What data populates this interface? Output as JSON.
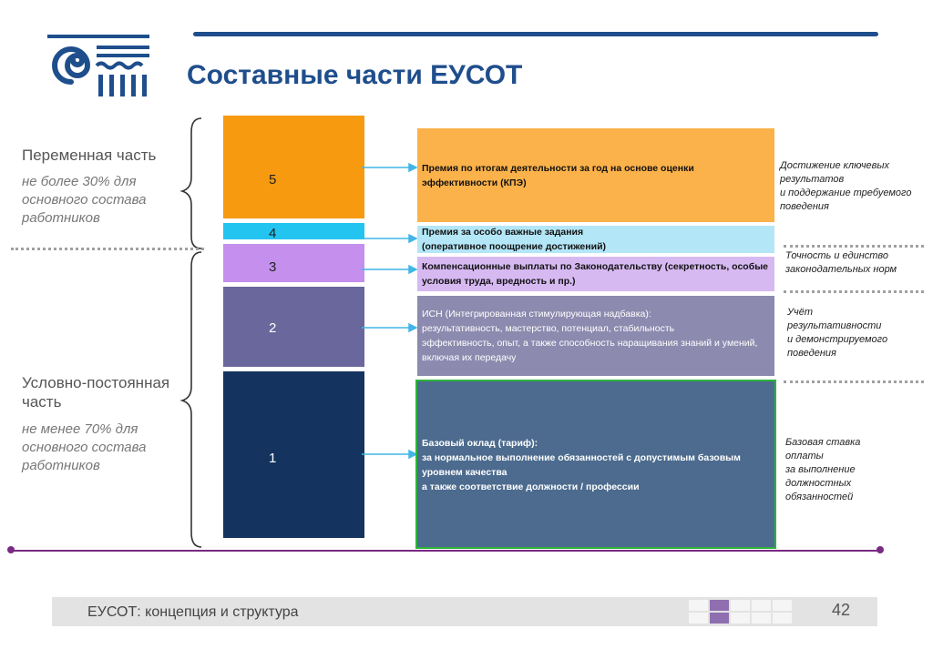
{
  "title": "Составные части ЕУСОТ",
  "left": {
    "variable": {
      "heading": "Переменная часть",
      "sub": "не более 30% для основного состава работников"
    },
    "fixed": {
      "heading": "Условно-постоянная  часть",
      "sub": "не менее 70% для основного состава работников"
    }
  },
  "levels": [
    {
      "num": "5",
      "color": "#f79a0f"
    },
    {
      "num": "4",
      "color": "#23c4ef"
    },
    {
      "num": "3",
      "color": "#c58fee"
    },
    {
      "num": "2",
      "color": "#69679b"
    },
    {
      "num": "1",
      "color": "#14345f"
    }
  ],
  "components": [
    {
      "text": "Премия по итогам деятельности за год на основе оценки эффективности (КПЭ)",
      "color": "#fbb24a"
    },
    {
      "text": "Премия за особо важные задания\n(оперативное поощрение достижений)",
      "color": "#b3e6f7"
    },
    {
      "text": "Компенсационные выплаты по Законодательству (секретность, особые условия труда, вредность и пр.)",
      "color": "#d7b9f2"
    },
    {
      "text": "ИСН (Интегрированная стимулирующая надбавка):\nрезультативность, мастерство, потенциал, стабильность\nэффективность, опыт, а также способность наращивания знаний и умений, включая их передачу",
      "color": "#8d8aaf"
    },
    {
      "text": "Базовый оклад (тариф):\nза нормальное выполнение обязанностей с допустимым базовым уровнем качества\nа также соответствие должности / профессии",
      "color": "#4c6b8e"
    }
  ],
  "notes": [
    "Достижение ключевых результатов\nи поддержание требуемого поведения",
    "Точность и единство законодательных норм",
    "Учёт\nрезультативности\nи демонстрируемого поведения",
    "Базовая ставка\nоплаты\nза выполнение\nдолжностных\nобязанностей"
  ],
  "footer": {
    "text": "ЕУСОТ: концепция и структура",
    "page": "42"
  },
  "colors": {
    "brand": "#1f4e8c",
    "accent_line": "#7a2a83",
    "highlight_border": "#2db33a",
    "arrow": "#41b6e6"
  }
}
